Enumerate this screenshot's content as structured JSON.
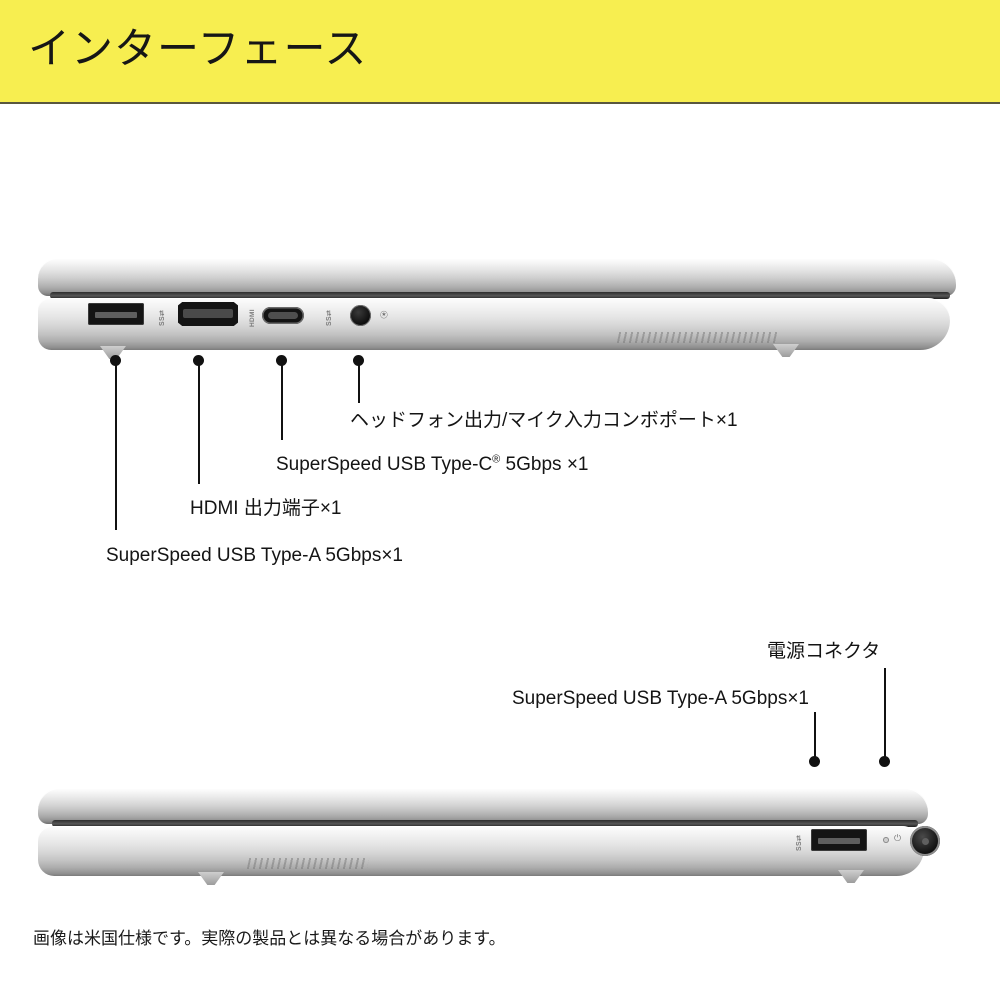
{
  "header": {
    "title": "インターフェース",
    "background_color": "#f7ee50",
    "text_color": "#161616"
  },
  "top_device": {
    "view_label": "laptop-left-side-view",
    "ports": [
      {
        "id": "usb-a",
        "glyph": "SS↔",
        "glyph_name": "superspeed-usb-icon"
      },
      {
        "id": "hdmi",
        "glyph": "HDMI",
        "glyph_name": "hdmi-icon"
      },
      {
        "id": "usb-c",
        "glyph": "SS↔",
        "glyph_name": "superspeed-usb-icon"
      },
      {
        "id": "headphone",
        "glyph": "⌒",
        "glyph_name": "headphone-icon"
      }
    ],
    "callouts": [
      {
        "id": "usb-a",
        "label": "SuperSpeed USB Type-A 5Gbps×1"
      },
      {
        "id": "hdmi",
        "label": "HDMI 出力端子×1"
      },
      {
        "id": "usb-c",
        "label_prefix": "SuperSpeed USB Type-C",
        "label_sup": "®",
        "label_suffix": " 5Gbps ×1"
      },
      {
        "id": "headphone",
        "label": "ヘッドフォン出力/マイク入力コンボポート×1"
      }
    ]
  },
  "bottom_device": {
    "view_label": "laptop-right-side-view",
    "ports": [
      {
        "id": "usb-a",
        "glyph": "SS↔",
        "glyph_name": "superspeed-usb-icon"
      },
      {
        "id": "power",
        "glyph": "⏻",
        "glyph_name": "power-plug-icon"
      }
    ],
    "callouts": [
      {
        "id": "usb-a",
        "label": "SuperSpeed USB Type-A 5Gbps×1"
      },
      {
        "id": "power",
        "label": "電源コネクタ"
      }
    ]
  },
  "footer": {
    "note": "画像は米国仕様です。実際の製品とは異なる場合があります。"
  }
}
